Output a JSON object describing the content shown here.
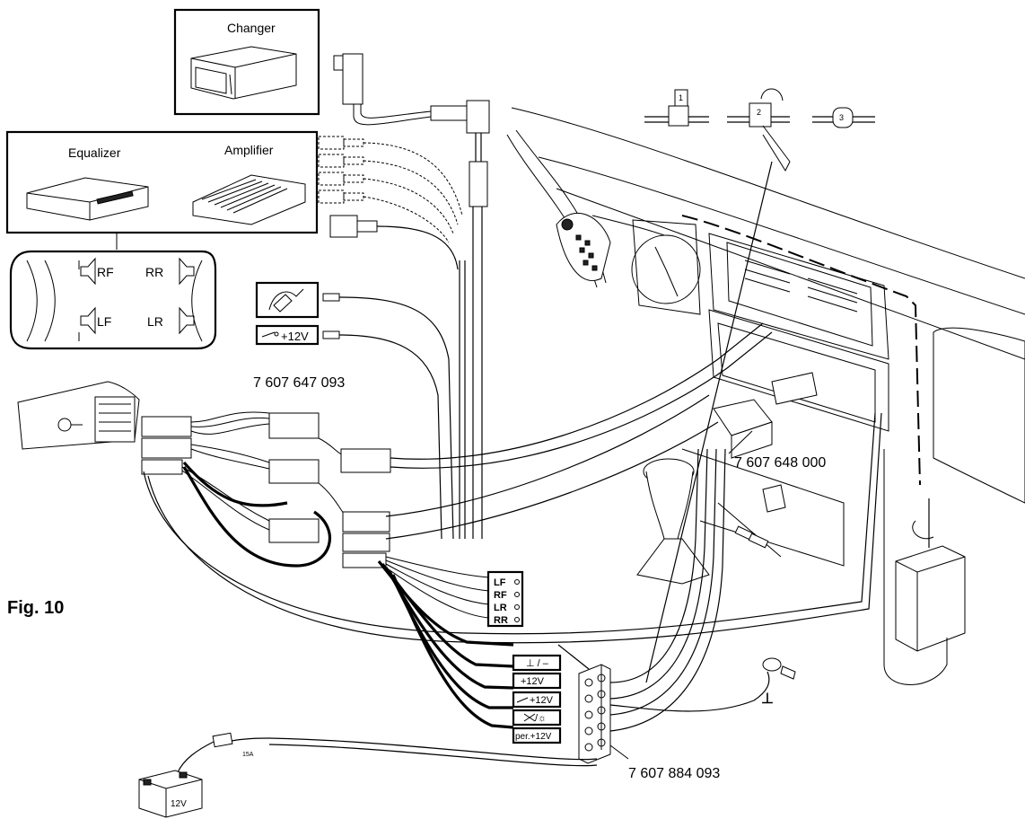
{
  "diagram": {
    "figure_label": "Fig. 10",
    "devices": {
      "changer": "Changer",
      "equalizer": "Equalizer",
      "amplifier": "Amplifier"
    },
    "speakers": {
      "rf": "RF",
      "rr": "RR",
      "lf": "LF",
      "lr": "LR"
    },
    "part_numbers": {
      "adapter_harness": "7 607 647 093",
      "connector": "7 607 648 000",
      "terminal_block": "7 607 884 093"
    },
    "inline_labels": {
      "ignition_12v": "+12V"
    },
    "speaker_output_labels": [
      "LF",
      "RF",
      "LR",
      "RR"
    ],
    "power_terminals": [
      "⊥ / –",
      "+12V",
      "+12V",
      "/☼",
      "per.+12V"
    ],
    "ground_symbol": "⊥",
    "battery_label": "12V",
    "fuse_label": "15A",
    "clip_steps": [
      "1",
      "2",
      "3"
    ]
  }
}
